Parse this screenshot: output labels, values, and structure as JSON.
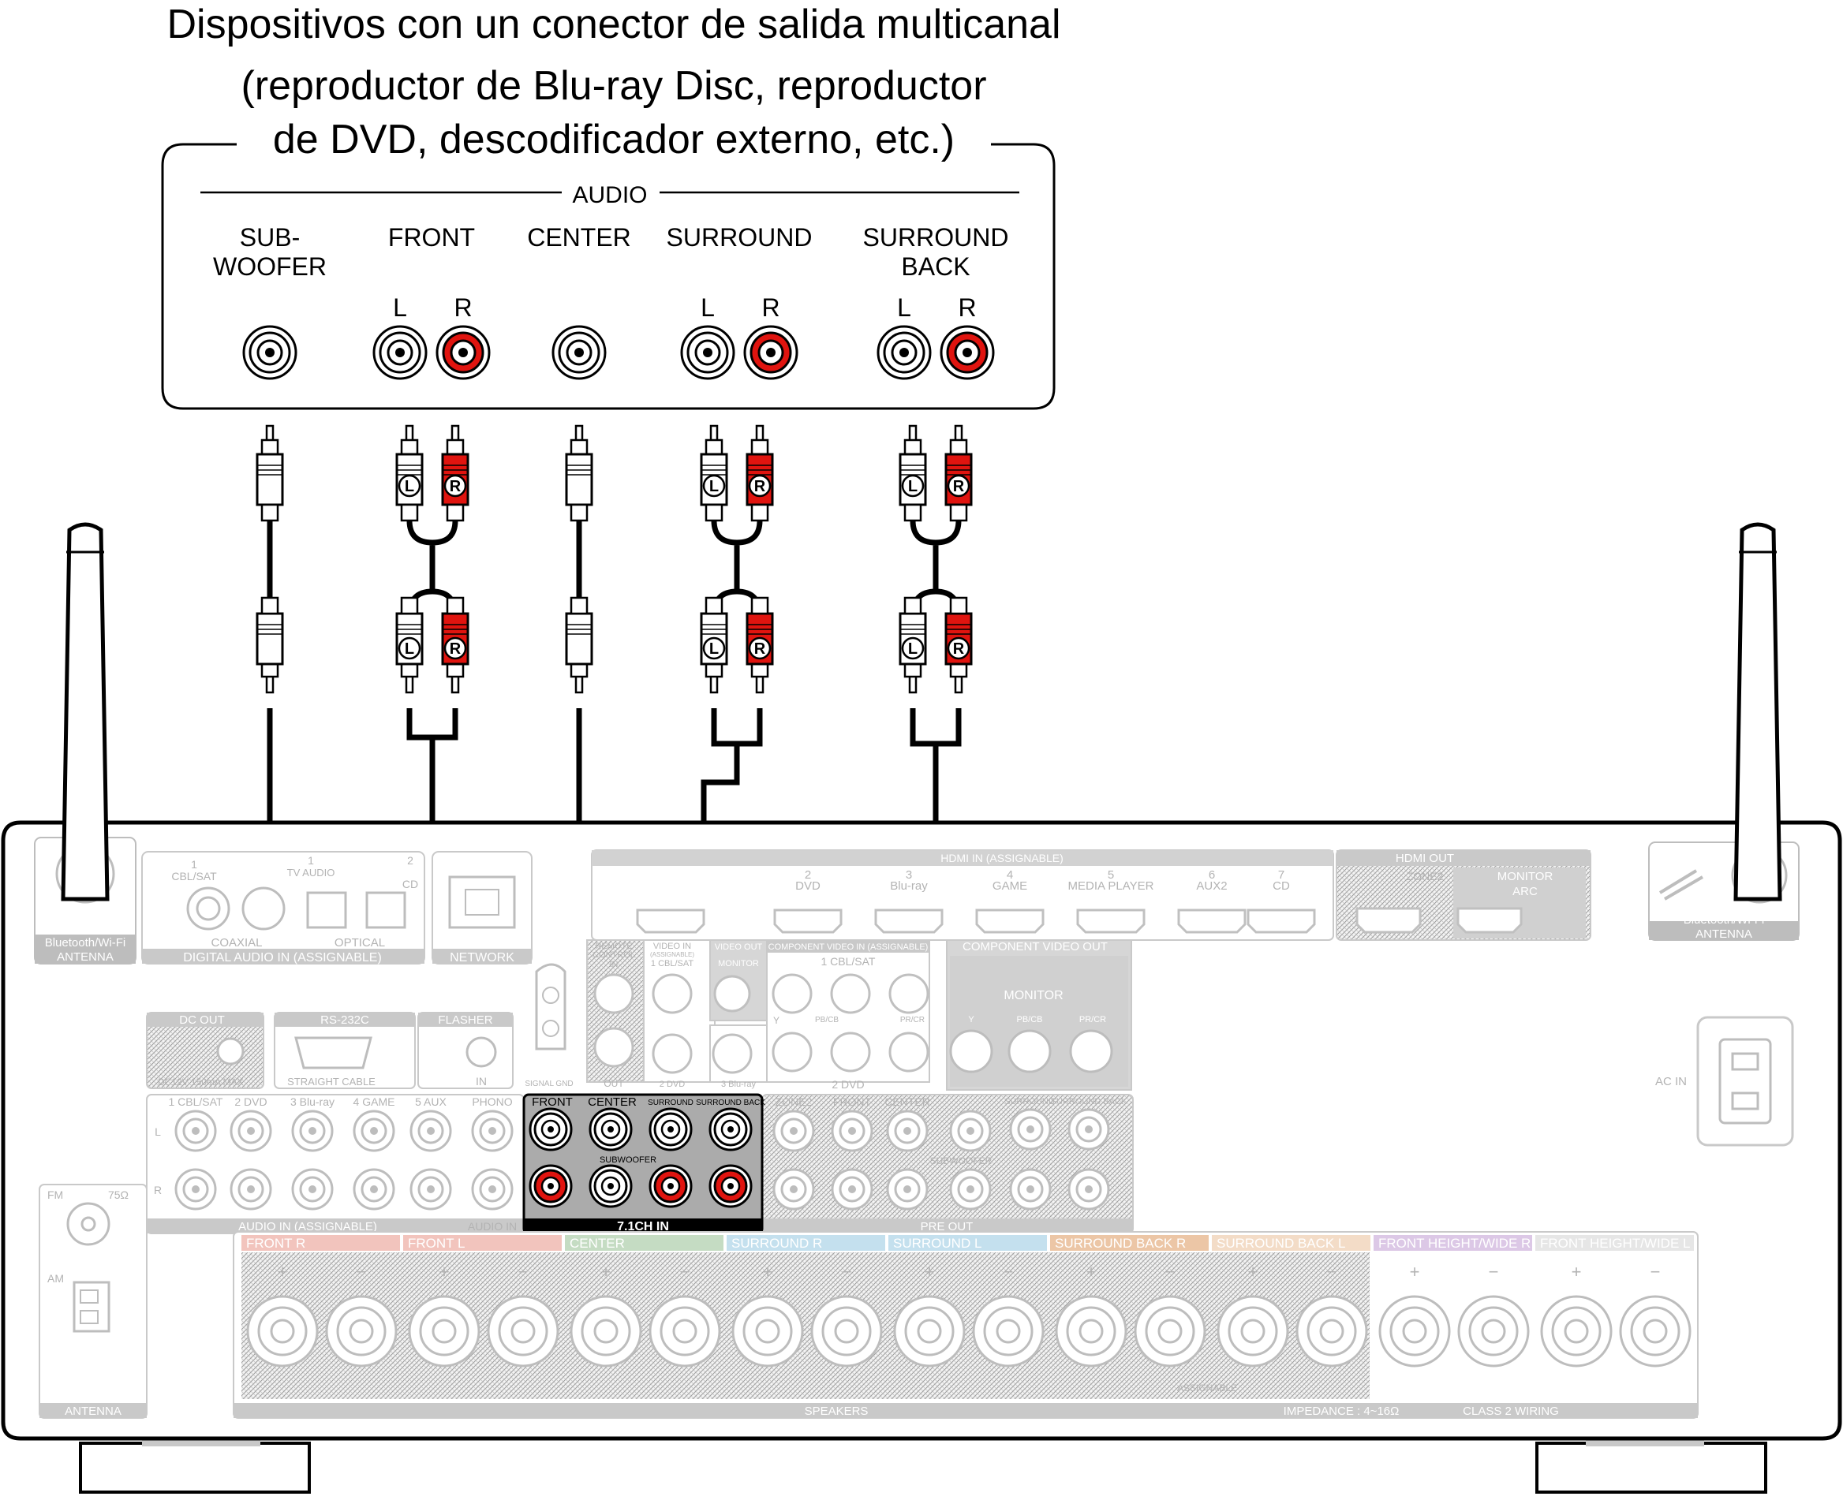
{
  "title_lines": [
    "Dispositivos con un conector de salida multicanal",
    "(reproductor de Blu-ray Disc, reproductor",
    "de DVD, descodificador externo, etc.)"
  ],
  "source_device": {
    "section_label": "AUDIO",
    "channels": [
      {
        "label_lines": [
          "SUB-",
          "WOOFER"
        ],
        "jacks": [
          {
            "color": "#ffffff"
          }
        ]
      },
      {
        "label_lines": [
          "FRONT"
        ],
        "jacks": [
          {
            "side": "L",
            "color": "#ffffff"
          },
          {
            "side": "R",
            "color": "#e0140f"
          }
        ]
      },
      {
        "label_lines": [
          "CENTER"
        ],
        "jacks": [
          {
            "color": "#ffffff"
          }
        ]
      },
      {
        "label_lines": [
          "SURROUND"
        ],
        "jacks": [
          {
            "side": "L",
            "color": "#ffffff"
          },
          {
            "side": "R",
            "color": "#e0140f"
          }
        ]
      },
      {
        "label_lines": [
          "SURROUND",
          "BACK"
        ],
        "jacks": [
          {
            "side": "L",
            "color": "#ffffff"
          },
          {
            "side": "R",
            "color": "#e0140f"
          }
        ]
      }
    ]
  },
  "plug_letters": {
    "left": "L",
    "right": "R"
  },
  "receiver": {
    "antenna_left_label": [
      "Bluetooth/Wi-Fi",
      "ANTENNA"
    ],
    "antenna_right_label": [
      "Bluetooth/Wi-Fi",
      "ANTENNA"
    ],
    "digital_audio": {
      "title": "DIGITAL AUDIO IN (ASSIGNABLE)",
      "coaxial": "COAXIAL",
      "optical": "OPTICAL",
      "inputs": [
        "1",
        "CBL/SAT",
        "1",
        "TV AUDIO",
        "2",
        "CD"
      ]
    },
    "network": "NETWORK",
    "hdmi_in": {
      "title": "HDMI IN (ASSIGNABLE)",
      "inputs": [
        {
          "num": "2",
          "name": "DVD"
        },
        {
          "num": "3",
          "name": "Blu-ray"
        },
        {
          "num": "4",
          "name": "GAME"
        },
        {
          "num": "5",
          "name": "MEDIA PLAYER"
        },
        {
          "num": "6",
          "name": "AUX2"
        },
        {
          "num": "7",
          "name": "CD"
        }
      ]
    },
    "hdmi_out": {
      "title": "HDMI OUT",
      "zone2": "ZONE2",
      "monitor": "MONITOR",
      "arc": "ARC"
    },
    "remote_control": [
      "REMOTE",
      "CONTROL",
      "IN"
    ],
    "video_in": [
      "VIDEO IN",
      "(ASSIGNABLE)",
      "1 CBL/SAT",
      "2 DVD",
      "3 Blu-ray"
    ],
    "video_out": [
      "VIDEO OUT",
      "MONITOR"
    ],
    "component_in": {
      "title": "COMPONENT VIDEO IN (ASSIGNABLE)",
      "labels": [
        "1 CBL/SAT",
        "2 DVD",
        "Y",
        "PB/CB",
        "PR/CR"
      ]
    },
    "component_out": {
      "title": "COMPONENT VIDEO OUT",
      "monitor": "MONITOR",
      "labels": [
        "Y",
        "PB/CB",
        "PR/CR"
      ]
    },
    "dc_out": {
      "title": "DC OUT",
      "spec": "DC12V 150mA MAX."
    },
    "rs232c": {
      "title": "RS-232C",
      "note": "STRAIGHT CABLE"
    },
    "flasher": {
      "title": "FLASHER",
      "in": "IN"
    },
    "signal_gnd": "SIGNAL GND",
    "ir_out": "OUT",
    "audio_in": {
      "title": "AUDIO IN (ASSIGNABLE)",
      "inputs": [
        "1 CBL/SAT",
        "2 DVD",
        "3 Blu-ray",
        "4 GAME",
        "5 AUX"
      ],
      "phono": "PHONO",
      "sides": [
        "L",
        "R"
      ]
    },
    "ch71_in": {
      "title": "7.1CH IN",
      "labels": [
        "FRONT",
        "CENTER",
        "SURROUND",
        "SURROUND BACK",
        "SUBWOOFER"
      ]
    },
    "pre_out": {
      "title": "PRE OUT",
      "zone2": "ZONE2",
      "labels": [
        "FRONT",
        "CENTER",
        "SURROUND",
        "SURROUND BACK",
        "SUBWOOFER"
      ]
    },
    "tuner": {
      "fm": "FM",
      "fm_ohm": "75Ω",
      "am": "AM",
      "antenna": "ANTENNA"
    },
    "ac_in": "AC IN",
    "speakers": {
      "title": "SPEAKERS",
      "impedance": "IMPEDANCE : 4~16Ω",
      "class2": "CLASS 2 WIRING",
      "assignable": "ASSIGNABLE",
      "channels": [
        {
          "label": "FRONT R",
          "color": "#f2c4bd"
        },
        {
          "label": "FRONT L",
          "color": "#f2c4bd"
        },
        {
          "label": "CENTER",
          "color": "#c5dcc3"
        },
        {
          "label": "SURROUND R",
          "color": "#c4e0ee"
        },
        {
          "label": "SURROUND L",
          "color": "#c4e0ee"
        },
        {
          "label": "SURROUND BACK R",
          "color": "#ecc6a6"
        },
        {
          "label": "SURROUND BACK L",
          "color": "#f3dcc7"
        },
        {
          "label": "FRONT HEIGHT/WIDE R",
          "color": "#dcc8e6"
        },
        {
          "label": "FRONT HEIGHT/WIDE L",
          "color": "#e6e6e6"
        }
      ],
      "terminal_signs": [
        "+",
        "−"
      ]
    }
  }
}
